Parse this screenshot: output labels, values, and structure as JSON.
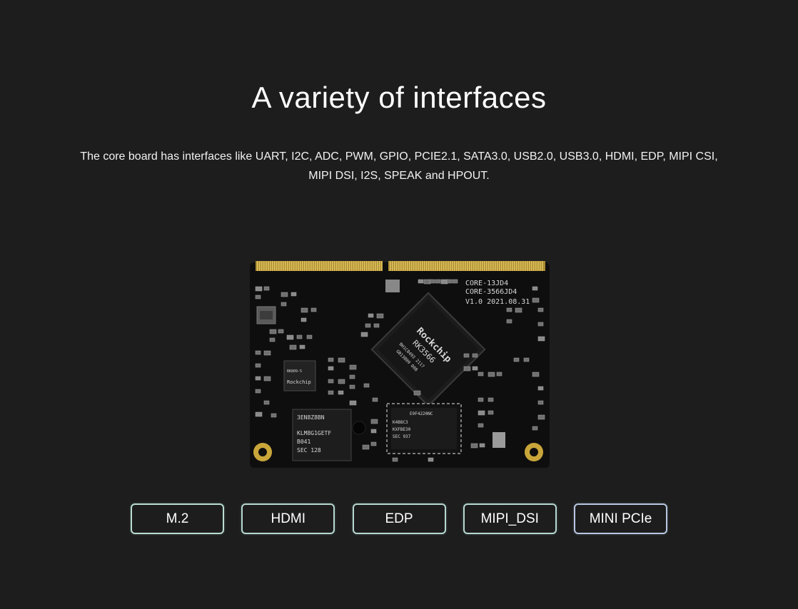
{
  "heading": "A variety of interfaces",
  "description": "The core board has interfaces like UART, I2C, ADC, PWM, GPIO, PCIE2.1, SATA3.0, USB2.0, USB3.0, HDMI, EDP, MIPI CSI, MIPI DSI, I2S, SPEAK and HPOUT.",
  "board": {
    "silk_line1": "CORE-13JD4",
    "silk_line2": "CORE-3566JD4",
    "silk_line3": "V1.0 2021.08.31",
    "soc_brand": "Rockchip",
    "soc_model": "RK3566",
    "soc_code1": "BH1C8493 2117",
    "soc_code2": "GB13809 008",
    "ram_line1": "E9F4220NC",
    "ram_line2": "K4B8C3",
    "ram_line3": "KXFBE30",
    "ram_line4": "SEC 937",
    "emmc_line1": "KLM8G1GETF",
    "emmc_line2": "B041",
    "emmc_line3": "SEC 128",
    "emmc_line4": "3EN8Z8BN",
    "pmic_line1": "RK809-5",
    "pmic_line2": "Rockchip"
  },
  "interfaces": [
    "M.2",
    "HDMI",
    "EDP",
    "MIPI_DSI",
    "MINI PCIe"
  ],
  "colors": {
    "background": "#1d1d1d",
    "pill_border": "#b6d7d0",
    "gold": "#c9a63a"
  }
}
